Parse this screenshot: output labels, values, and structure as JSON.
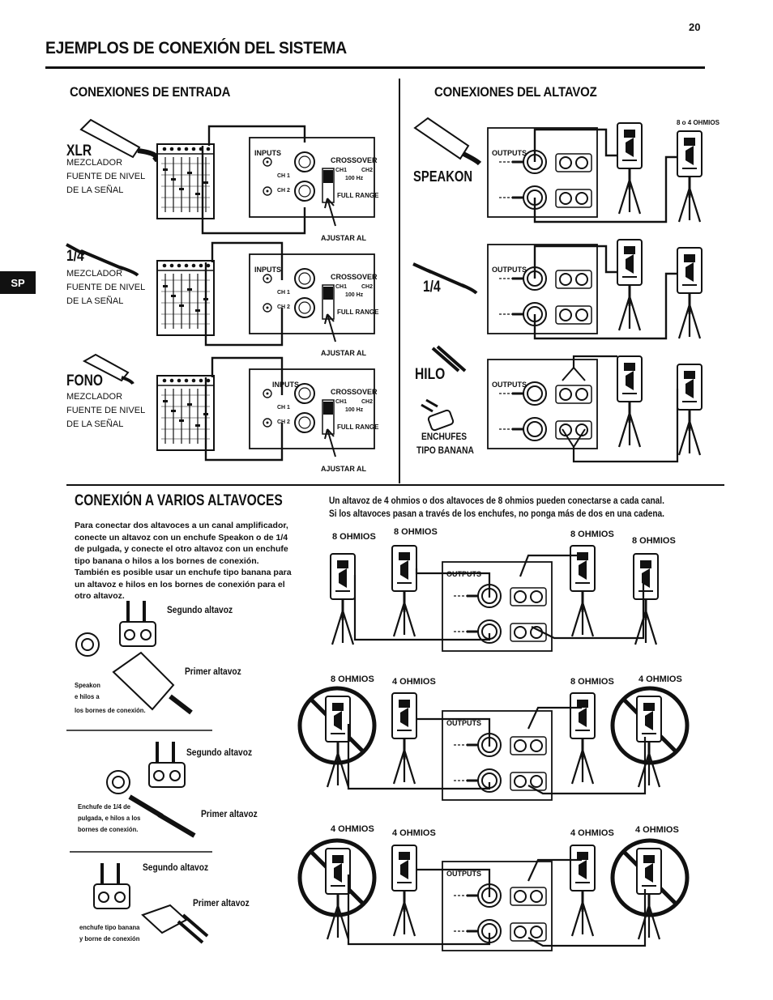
{
  "page_number": "20",
  "page_title": "EJEMPLOS DE CONEXIÓN DEL SISTEMA",
  "lang_tab": "SP",
  "input_section": {
    "title": "CONEXIONES DE ENTRADA",
    "rows": [
      {
        "type": "XLR",
        "source_lines": [
          "MEZCLADOR",
          "FUENTE DE NIVEL",
          "DE LA SEÑAL"
        ]
      },
      {
        "type": "1/4",
        "source_lines": [
          "MEZCLADOR",
          "FUENTE DE NIVEL",
          "DE LA SEÑAL"
        ]
      },
      {
        "type": "FONO",
        "source_lines": [
          "MEZCLADOR",
          "FUENTE DE NIVEL",
          "DE LA SEÑAL"
        ]
      }
    ],
    "panel": {
      "inputs": "INPUTS",
      "crossover": "CROSSOVER",
      "ch1": "CH1",
      "ch2": "CH2",
      "ch1_small": "CH 1",
      "ch2_small": "CH 2",
      "freq": "100 Hz",
      "full_range": "FULL RANGE"
    },
    "adjust_label": "AJUSTAR AL"
  },
  "speaker_section": {
    "title": "CONEXIONES DEL ALTAVOZ",
    "ohms_note": "8 o 4 OHMIOS",
    "outputs": "OUTPUTS",
    "rows": [
      {
        "type": "SPEAKON"
      },
      {
        "type": "1/4"
      },
      {
        "type": "HILO",
        "extra_lines": [
          "ENCHUFES",
          "TIPO BANANA"
        ]
      }
    ]
  },
  "multi_section": {
    "title": "CONEXIÓN A VARIOS ALTAVOCES",
    "description": "Para conectar dos altavoces a un canal amplificador, conecte un altavoz con un enchufe Speakon o de 1/4 de pulgada, y conecte el otro altavoz con un enchufe tipo banana o hilos a los bornes de conexión. También es posible usar un enchufe tipo banana para un altavoz e hilos en los bornes de conexión para el otro altavoz.",
    "note_lines": [
      "Un altavoz de 4 ohmios o dos altavoces de 8 ohmios pueden conectarse a cada canal.",
      "Si los altavoces pasan a través de los enchufes, no ponga más de dos en una cadena."
    ],
    "examples": [
      {
        "second": "Segundo altavoz",
        "first": "Primer altavoz",
        "caption": [
          "Speakon",
          "e hilos a",
          "los bornes de conexión."
        ]
      },
      {
        "second": "Segundo altavoz",
        "first": "Primer altavoz",
        "caption": [
          "Enchufe de 1/4 de",
          "pulgada, e hilos a los",
          "bornes de conexión."
        ]
      },
      {
        "second": "Segundo altavoz",
        "first": "Primer altavoz",
        "caption": [
          "enchufe tipo banana",
          "y borne de conexión"
        ]
      }
    ],
    "diagrams": [
      {
        "ohms": [
          "8 OHMIOS",
          "8 OHMIOS",
          "8 OHMIOS",
          "8 OHMIOS"
        ]
      },
      {
        "ohms": [
          "8 OHMIOS",
          "4 OHMIOS",
          "8 OHMIOS",
          "4 OHMIOS"
        ]
      },
      {
        "ohms": [
          "4 OHMIOS",
          "4 OHMIOS",
          "4 OHMIOS",
          "4 OHMIOS"
        ]
      }
    ]
  }
}
